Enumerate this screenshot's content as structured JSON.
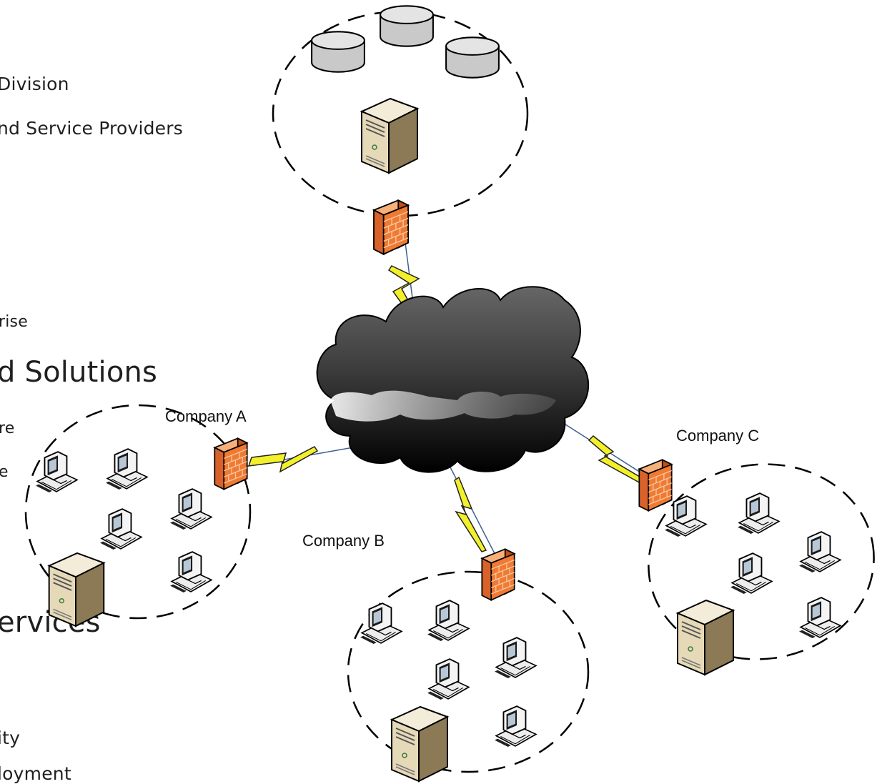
{
  "background_text": [
    {
      "id": "l1",
      "text": "Division"
    },
    {
      "id": "l2",
      "text": "nd Service Providers"
    },
    {
      "id": "l3",
      "text": "rise"
    },
    {
      "id": "l4",
      "text": "d Solutions"
    },
    {
      "id": "l5",
      "text": "re"
    },
    {
      "id": "l6",
      "text": "e"
    },
    {
      "id": "l7",
      "text": "ervices"
    },
    {
      "id": "l8",
      "text": "ity"
    },
    {
      "id": "l9",
      "text": "loyment"
    }
  ],
  "companies": {
    "a": {
      "label": "Company A"
    },
    "b": {
      "label": "Company B"
    },
    "c": {
      "label": "Company C"
    }
  },
  "colors": {
    "firewall": "#f07a32",
    "lightning": "#f2f02a",
    "cloud": "#3a3a3a",
    "server": "#e8dcc0"
  }
}
